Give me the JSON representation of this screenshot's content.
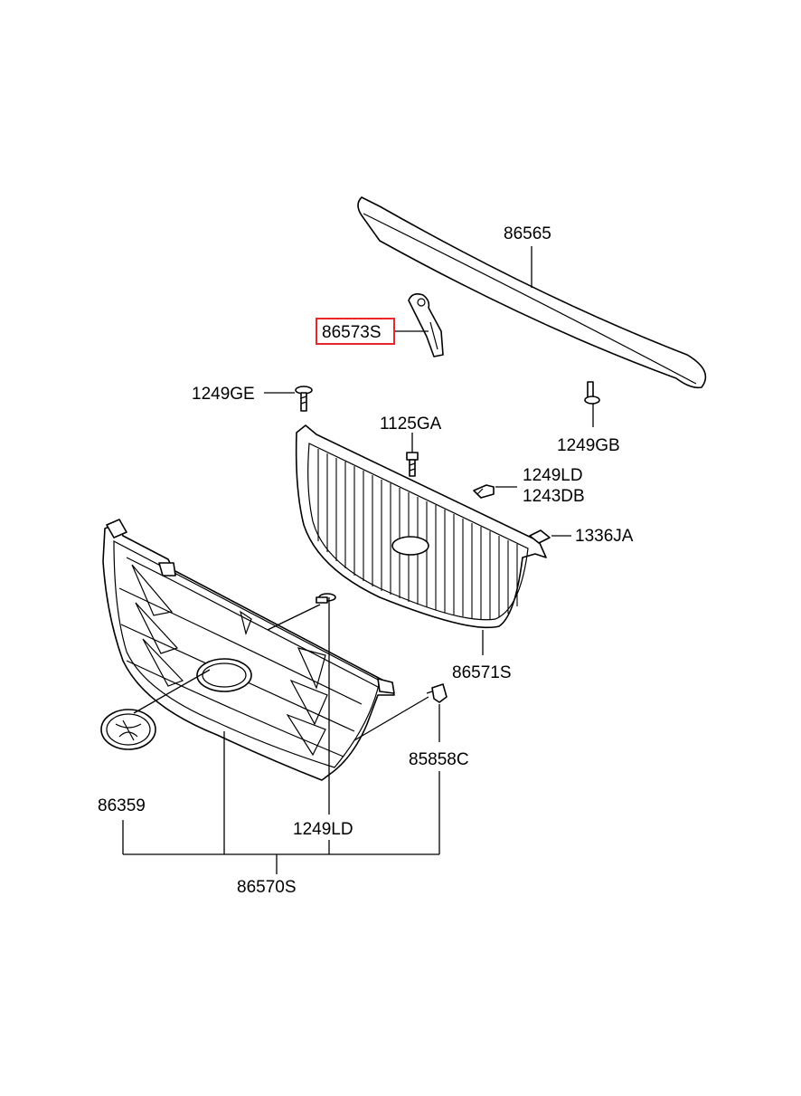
{
  "parts": {
    "p86565": "86565",
    "p86573s": "86573S",
    "p1249ge": "1249GE",
    "p1125ga": "1125GA",
    "p1249gb": "1249GB",
    "p1249ld_top": "1249LD",
    "p1243db": "1243DB",
    "p1336ja": "1336JA",
    "p86571s": "86571S",
    "p85858c": "85858C",
    "p86359": "86359",
    "p1249ld_bottom": "1249LD",
    "p86570s": "86570S"
  },
  "highlight": {
    "part": "86573S",
    "color": "#e8262c"
  }
}
